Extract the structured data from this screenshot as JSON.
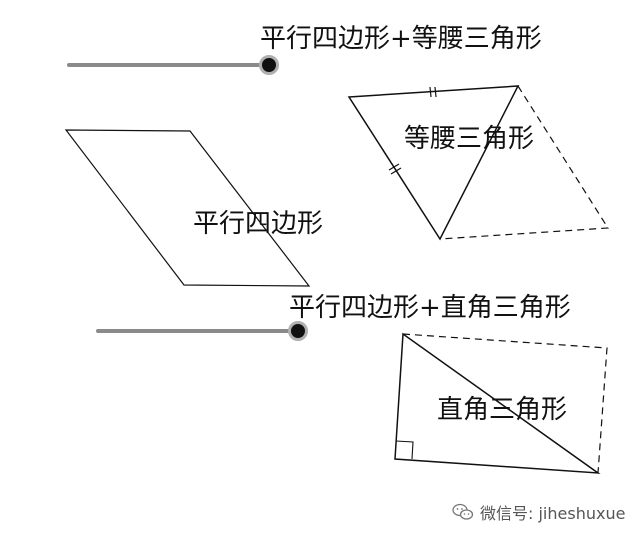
{
  "labels": {
    "slider1": "平行四边形+等腰三角形",
    "slider2": "平行四边形+直角三角形",
    "parallelogram": "平行四边形",
    "isosceles": "等腰三角形",
    "right_triangle": "直角三角形"
  },
  "sliders": {
    "slider1": {
      "value": 1.0
    },
    "slider2": {
      "value": 1.0
    }
  },
  "watermark": {
    "text": "微信号: jiheshuxue",
    "icon": "wechat-icon"
  },
  "colors": {
    "stroke": "#111111",
    "slider_track": "#8a8a8a",
    "knob": "#111111"
  }
}
